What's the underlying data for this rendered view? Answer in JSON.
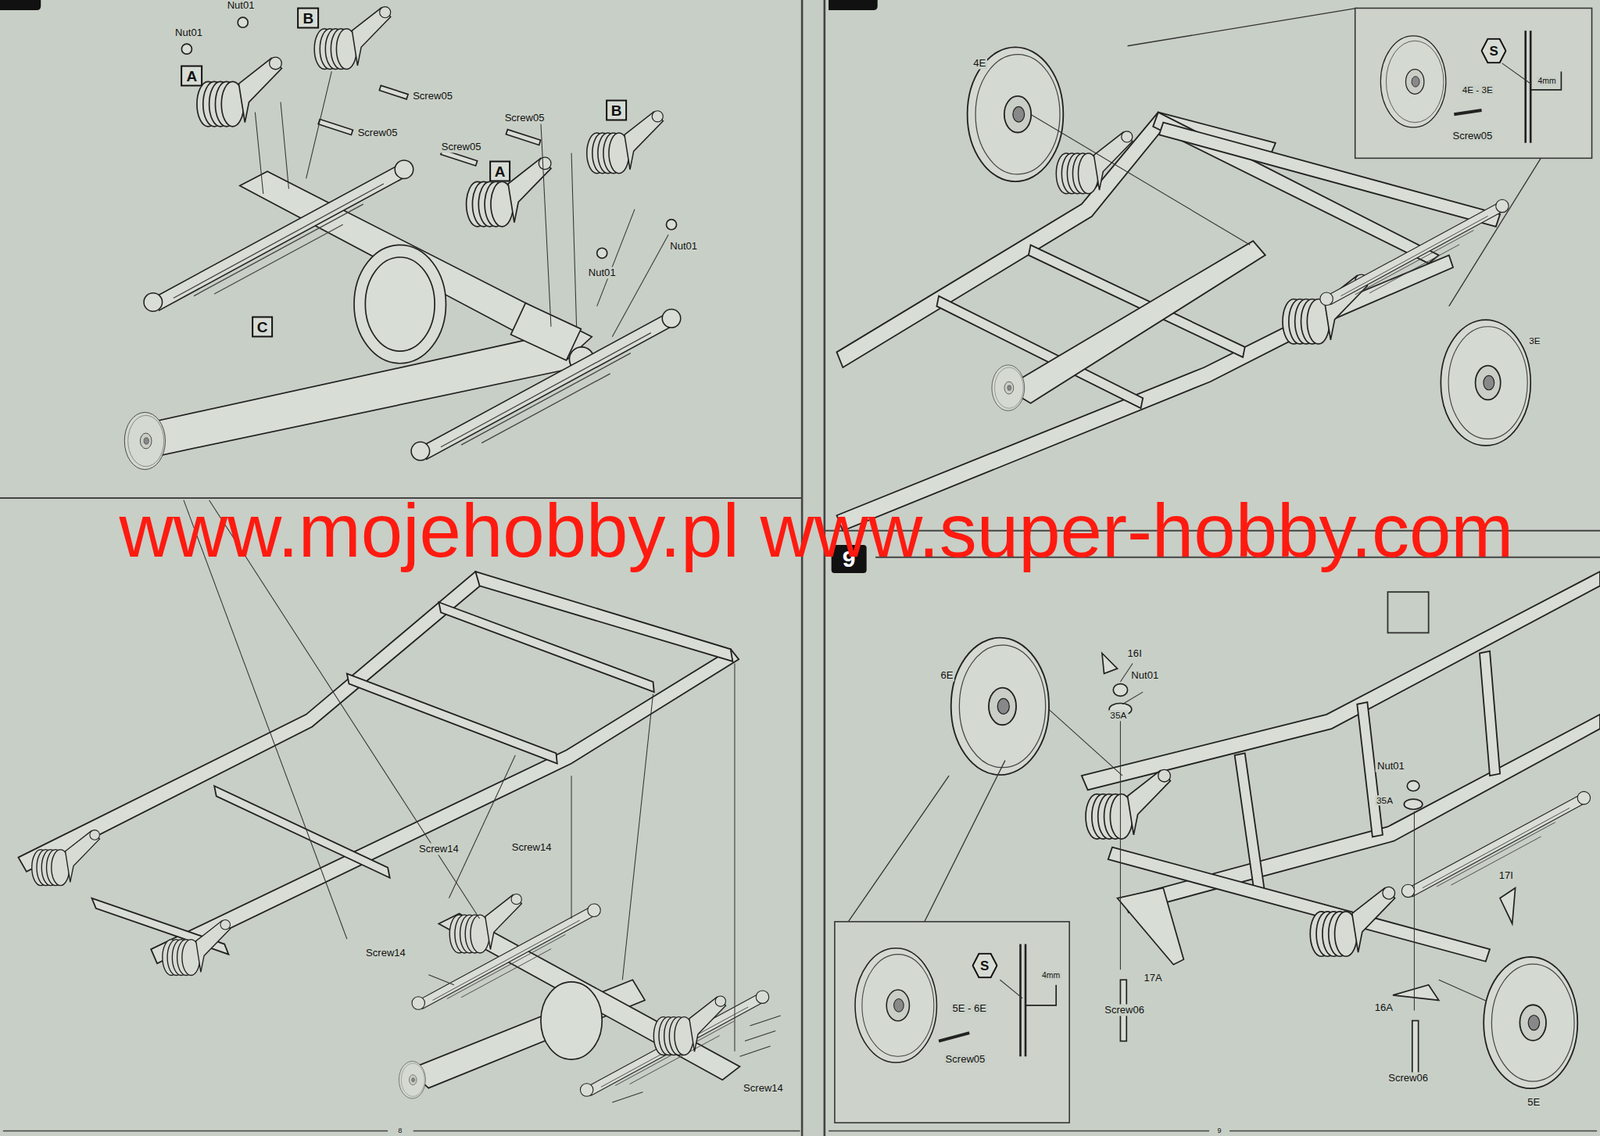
{
  "diagram": {
    "nodes": [
      {
        "text": [
          "B"
        ]
      },
      {
        "text": [
          "A"
        ]
      },
      {
        "text": [
          "B"
        ]
      },
      {
        "text": [
          "A"
        ]
      },
      {
        "text": [
          "C"
        ]
      },
      {
        "text": [
          "S"
        ]
      },
      {
        "text": [
          "9"
        ]
      },
      {
        "text": [
          "S"
        ]
      }
    ],
    "labels": [
      "Nut01",
      "Nut01",
      "Screw05",
      "Screw05",
      "Screw05",
      "Screw05",
      "Nut01",
      "Nut01",
      "Screw14",
      "Screw14",
      "Screw14",
      "Screw14",
      "8",
      "4E",
      "4mm",
      "4E - 3E",
      "Screw05",
      "3E",
      "16I",
      "6E",
      "Nut01",
      "35A",
      "Nut01",
      "35A",
      "17I",
      "17A",
      "16A",
      "Screw06",
      "4mm",
      "5E - 6E",
      "Screw05",
      "Screw06",
      "5E",
      "9",
      "www.mojehobby.pl www.super-hobby.com"
    ]
  }
}
